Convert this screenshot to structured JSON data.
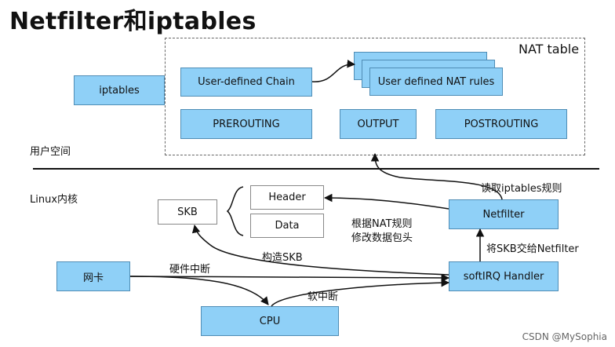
{
  "title": "Netfilter和iptables",
  "nat_table_label": "NAT table",
  "user_space_label": "用户空间",
  "kernel_label": "Linux内核",
  "boxes": {
    "iptables": "iptables",
    "user_chain": "User-defined Chain",
    "nat_rules": "User defined NAT rules",
    "prerouting": "PREROUTING",
    "output": "OUTPUT",
    "postrouting": "POSTROUTING",
    "skb": "SKB",
    "header": "Header",
    "data": "Data",
    "netfilter": "Netfilter",
    "softirq": "softIRQ Handler",
    "nic": "网卡",
    "cpu": "CPU"
  },
  "edge_labels": {
    "read_rules": "读取iptables规则",
    "modify_line1": "根据NAT规则",
    "modify_line2": "修改数据包头",
    "hand_skb": "将SKB交给Netfilter",
    "build_skb": "构造SKB",
    "hw_interrupt": "硬件中断",
    "soft_interrupt": "软中断"
  },
  "watermark": "CSDN @MySophia",
  "colors": {
    "box_fill": "#8fd0f7",
    "box_border": "#4f8db5",
    "line": "#111111"
  }
}
